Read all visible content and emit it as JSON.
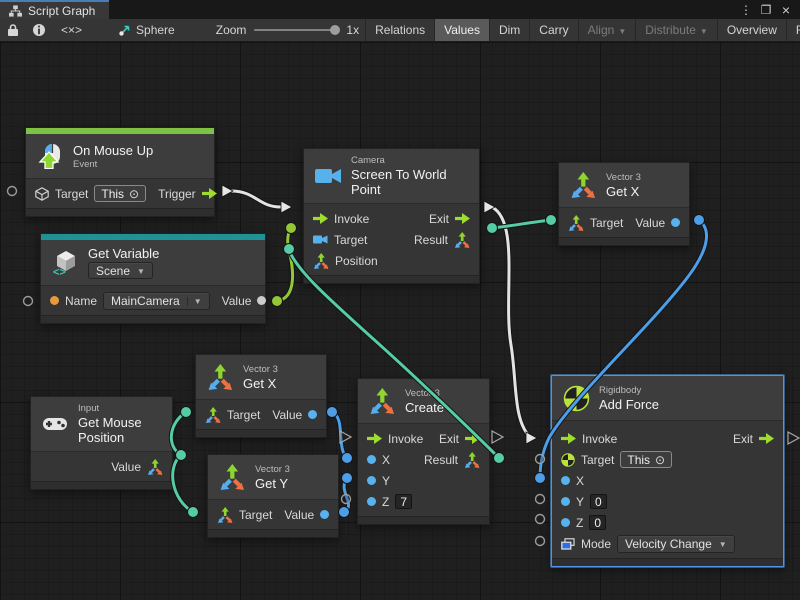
{
  "window": {
    "tab_title": "Script Graph",
    "controls": {
      "menu": "⋮",
      "maximize": "❐",
      "close": "×"
    }
  },
  "toolbar": {
    "code_toggle": "<×>",
    "graph_name": "Sphere",
    "zoom_label": "Zoom",
    "zoom_value": "1x",
    "buttons": {
      "relations": "Relations",
      "values": "Values",
      "dim": "Dim",
      "carry": "Carry",
      "align": "Align",
      "distribute": "Distribute",
      "overview": "Overview",
      "full_screen": "Full Screen"
    }
  },
  "nodes": {
    "on_mouse_up": {
      "title": "On Mouse Up",
      "subtitle": "Event",
      "target": "Target",
      "target_value": "This",
      "trigger": "Trigger"
    },
    "get_variable": {
      "title": "Get Variable",
      "scope": "Scene",
      "name": "Name",
      "name_value": "MainCamera",
      "value": "Value"
    },
    "screen_to_world": {
      "subtitle": "Camera",
      "title": "Screen To World Point",
      "invoke": "Invoke",
      "exit": "Exit",
      "target": "Target",
      "result": "Result",
      "position": "Position"
    },
    "get_x_top": {
      "subtitle": "Vector 3",
      "title": "Get X",
      "target": "Target",
      "value": "Value"
    },
    "get_x_mid": {
      "subtitle": "Vector 3",
      "title": "Get X",
      "target": "Target",
      "value": "Value"
    },
    "get_y": {
      "subtitle": "Vector 3",
      "title": "Get Y",
      "target": "Target",
      "value": "Value"
    },
    "get_mouse_position": {
      "subtitle": "Input",
      "title": "Get Mouse Position",
      "value": "Value"
    },
    "create_vector3": {
      "subtitle": "Vector 3",
      "title": "Create",
      "invoke": "Invoke",
      "exit": "Exit",
      "x": "X",
      "y": "Y",
      "z": "Z",
      "z_value": "7",
      "result": "Result"
    },
    "add_force": {
      "subtitle": "Rigidbody",
      "title": "Add Force",
      "invoke": "Invoke",
      "exit": "Exit",
      "target": "Target",
      "target_value": "This",
      "x": "X",
      "y": "Y",
      "y_value": "0",
      "z": "Z",
      "z_value": "0",
      "mode": "Mode",
      "mode_value": "Velocity Change"
    }
  },
  "colors": {
    "accent_blue_selection": "#4f94e8",
    "event_green_bar": "#7dc242",
    "variable_teal_bar": "#1f9296",
    "flow_arrow_lime": "#9fdc30",
    "wire_white": "#e3e3e3",
    "wire_teal": "#55cba6",
    "wire_lime": "#93c735",
    "wire_blue": "#4d9ee6",
    "port_blue": "#59b2f0",
    "port_orange": "#e89a3c"
  }
}
